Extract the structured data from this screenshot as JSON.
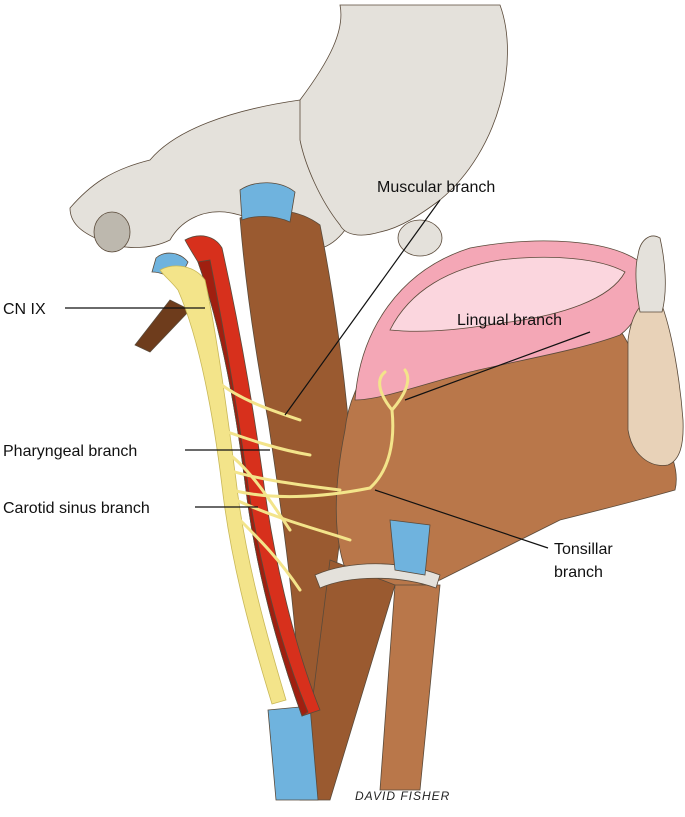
{
  "labels": {
    "muscular": "Muscular branch",
    "cn_ix": "CN IX",
    "lingual": "Lingual branch",
    "pharyngeal": "Pharyngeal branch",
    "carotid_sinus": "Carotid sinus branch",
    "tonsillar_line1": "Tonsillar",
    "tonsillar_line2": "branch"
  },
  "signature": "DAVID FISHER",
  "colors": {
    "bone": "#e4e1db",
    "bone_shadow": "#bdb8ae",
    "muscle": "#9a5a30",
    "muscle_light": "#b9774a",
    "muscle_dark": "#6e3c1c",
    "artery": "#d7301c",
    "artery_dark": "#a01f10",
    "vein": "#6fb3de",
    "nerve": "#f3e48a",
    "nerve_outline": "#c9b857",
    "tongue": "#f4a7b6",
    "tongue_light": "#fbd6de",
    "marrow": "#e8d2b8"
  }
}
